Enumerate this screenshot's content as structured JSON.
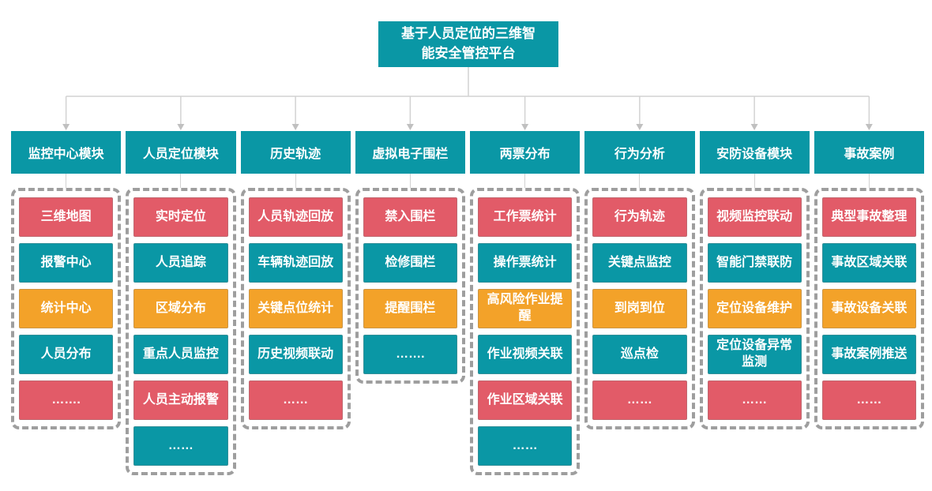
{
  "root": {
    "label": "基于人员定位的三维智能安全管控平台",
    "lines": [
      "基于人员定位的三维智",
      "能安全管控平台"
    ]
  },
  "columns": [
    {
      "header": "监控中心模块",
      "items": [
        {
          "label": "三维地图",
          "color": "red"
        },
        {
          "label": "报警中心",
          "color": "teal"
        },
        {
          "label": "统计中心",
          "color": "orange"
        },
        {
          "label": "人员分布",
          "color": "teal"
        },
        {
          "label": "…….",
          "color": "red"
        }
      ]
    },
    {
      "header": "人员定位模块",
      "items": [
        {
          "label": "实时定位",
          "color": "red"
        },
        {
          "label": "人员追踪",
          "color": "teal"
        },
        {
          "label": "区域分布",
          "color": "orange"
        },
        {
          "label": "重点人员监控",
          "color": "teal"
        },
        {
          "label": "人员主动报警",
          "color": "red"
        },
        {
          "label": "……",
          "color": "teal"
        }
      ]
    },
    {
      "header": "历史轨迹",
      "items": [
        {
          "label": "人员轨迹回放",
          "color": "red"
        },
        {
          "label": "车辆轨迹回放",
          "color": "teal"
        },
        {
          "label": "关键点位统计",
          "color": "orange"
        },
        {
          "label": "历史视频联动",
          "color": "teal"
        },
        {
          "label": "……",
          "color": "red"
        }
      ]
    },
    {
      "header": "虚拟电子围栏",
      "items": [
        {
          "label": "禁入围栏",
          "color": "red"
        },
        {
          "label": "检修围栏",
          "color": "teal"
        },
        {
          "label": "提醒围栏",
          "color": "orange"
        },
        {
          "label": "…….",
          "color": "teal"
        }
      ]
    },
    {
      "header": "两票分布",
      "items": [
        {
          "label": "工作票统计",
          "color": "red"
        },
        {
          "label": "操作票统计",
          "color": "teal"
        },
        {
          "label": "高风险作业提醒",
          "color": "orange"
        },
        {
          "label": "作业视频关联",
          "color": "teal"
        },
        {
          "label": "作业区域关联",
          "color": "red"
        },
        {
          "label": "……",
          "color": "teal"
        }
      ]
    },
    {
      "header": "行为分析",
      "items": [
        {
          "label": "行为轨迹",
          "color": "red"
        },
        {
          "label": "关键点监控",
          "color": "teal"
        },
        {
          "label": "到岗到位",
          "color": "orange"
        },
        {
          "label": "巡点检",
          "color": "teal"
        },
        {
          "label": "……",
          "color": "red"
        }
      ]
    },
    {
      "header": "安防设备模块",
      "items": [
        {
          "label": "视频监控联动",
          "color": "red"
        },
        {
          "label": "智能门禁联防",
          "color": "teal"
        },
        {
          "label": "定位设备维护",
          "color": "orange"
        },
        {
          "label": "定位设备异常监测",
          "color": "teal"
        },
        {
          "label": "……",
          "color": "red"
        }
      ]
    },
    {
      "header": "事故案例",
      "items": [
        {
          "label": "典型事故整理",
          "color": "red"
        },
        {
          "label": "事故区域关联",
          "color": "teal"
        },
        {
          "label": "事故设备关联",
          "color": "orange"
        },
        {
          "label": "事故案例推送",
          "color": "teal"
        },
        {
          "label": "……",
          "color": "red"
        }
      ]
    }
  ],
  "colors": {
    "teal": "#0a97a5",
    "red": "#e25b68",
    "orange": "#f3a229",
    "connector_line": "#d2d2d2",
    "arrow": "#c0c0c0",
    "dashed_border": "#9e9e9e"
  }
}
